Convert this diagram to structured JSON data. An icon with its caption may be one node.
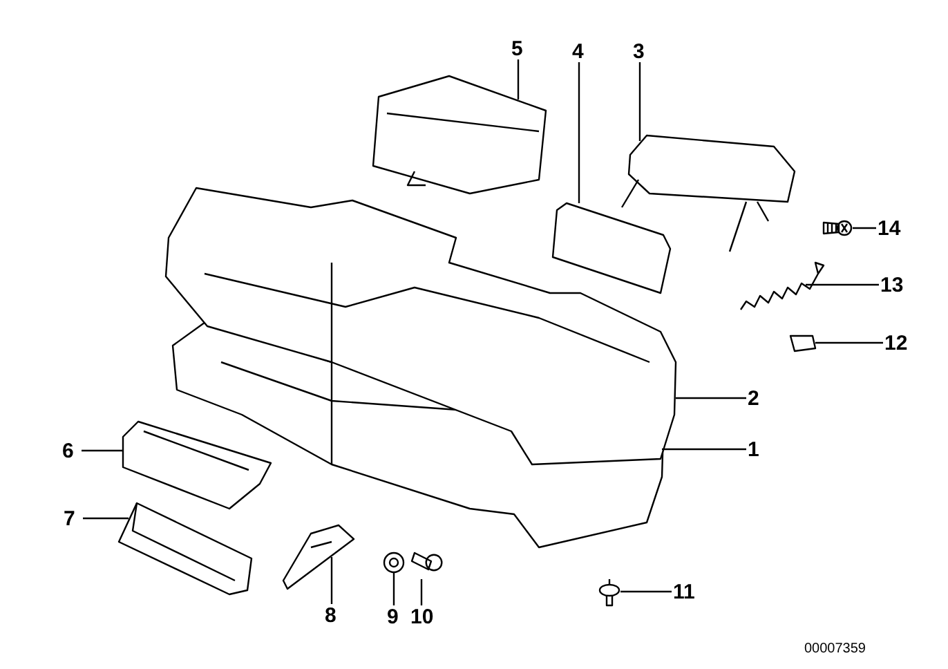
{
  "diagram": {
    "nodes": [
      {
        "text": [
          "1"
        ]
      },
      {
        "text": [
          "2"
        ]
      },
      {
        "text": [
          "3"
        ]
      },
      {
        "text": [
          "4"
        ]
      },
      {
        "text": [
          "5"
        ]
      },
      {
        "text": [
          "6"
        ]
      },
      {
        "text": [
          "7"
        ]
      },
      {
        "text": [
          "8"
        ]
      },
      {
        "text": [
          "9"
        ]
      },
      {
        "text": [
          "10"
        ]
      },
      {
        "text": [
          "11"
        ]
      },
      {
        "text": [
          "12"
        ]
      },
      {
        "text": [
          "13"
        ]
      },
      {
        "text": [
          "14"
        ]
      },
      {
        "text": [],
        "shape": "picture"
      },
      {
        "text": [],
        "shape": "picture"
      },
      {
        "text": [],
        "shape": "picture"
      },
      {
        "text": [],
        "shape": "picture"
      },
      {
        "text": [],
        "shape": "picture"
      },
      {
        "text": [],
        "shape": "picture"
      },
      {
        "text": [],
        "shape": "picture"
      },
      {
        "text": [],
        "shape": "picture"
      },
      {
        "text": [],
        "shape": "picture"
      },
      {
        "text": [],
        "shape": "picture"
      },
      {
        "text": [],
        "shape": "picture"
      },
      {
        "text": [],
        "shape": "picture"
      },
      {
        "text": [],
        "shape": "picture"
      },
      {
        "text": [],
        "shape": "picture"
      }
    ],
    "edges": [
      {
        "from": 0,
        "to": 14,
        "arrow": "none"
      },
      {
        "from": 1,
        "to": 15,
        "arrow": "none"
      },
      {
        "from": 2,
        "to": 16,
        "arrow": "none"
      },
      {
        "from": 3,
        "to": 17,
        "arrow": "none"
      },
      {
        "from": 4,
        "to": 18,
        "arrow": "none"
      },
      {
        "from": 5,
        "to": 19,
        "arrow": "none"
      },
      {
        "from": 6,
        "to": 20,
        "arrow": "none"
      },
      {
        "from": 7,
        "to": 21,
        "arrow": "none"
      },
      {
        "from": 8,
        "to": 22,
        "arrow": "none"
      },
      {
        "from": 9,
        "to": 23,
        "arrow": "none"
      },
      {
        "from": 10,
        "to": 24,
        "arrow": "none"
      },
      {
        "from": 11,
        "to": 25,
        "arrow": "none"
      },
      {
        "from": 12,
        "to": 26,
        "arrow": "none"
      },
      {
        "from": 13,
        "to": 27,
        "arrow": "none"
      }
    ],
    "labels": [
      "00007359"
    ]
  }
}
